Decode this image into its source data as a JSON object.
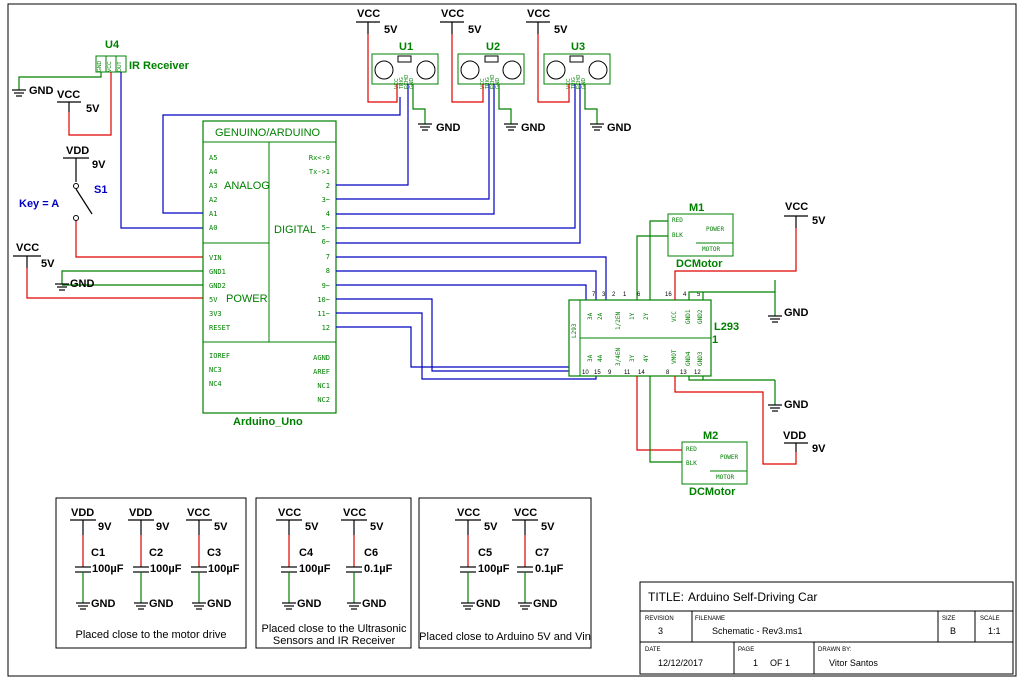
{
  "supplies": {
    "vcc": "VCC",
    "vdd": "VDD",
    "gnd": "GND",
    "v5": "5V",
    "v9": "9V"
  },
  "ir": {
    "ref": "U4",
    "name": "IR Receiver",
    "pins": [
      "GND",
      "VCC",
      "OUT"
    ]
  },
  "ultrasonic": {
    "refs": [
      "U1",
      "U2",
      "U3"
    ],
    "pins": [
      "VCC",
      "TRIG",
      "ECHO",
      "GND"
    ]
  },
  "switch": {
    "ref": "S1",
    "key": "Key = A"
  },
  "arduino": {
    "title": "GENUINO/ARDUINO",
    "name": "Arduino_Uno",
    "analog_label": "ANALOG",
    "digital_label": "DIGITAL",
    "power_label": "POWER",
    "analog_pins": [
      "A5",
      "A4",
      "A3",
      "A2",
      "A1",
      "A0"
    ],
    "power_pins": [
      "VIN",
      "GND1",
      "GND2",
      "5V",
      "3V3",
      "RESET"
    ],
    "misc_left": [
      "IOREF",
      "NC3",
      "NC4"
    ],
    "digital_pins": [
      "Rx<-0",
      "Tx->1",
      "2",
      "3~",
      "4",
      "5~",
      "6~",
      "7",
      "8",
      "9~",
      "10~",
      "11~",
      "12"
    ],
    "misc_right": [
      "AGND",
      "AREF",
      "NC1",
      "NC2"
    ]
  },
  "driver": {
    "ref": "L293",
    "unit": "1",
    "side_label": "L293",
    "top_pins": [
      "3A",
      "2A",
      "1/2EN",
      "1Y",
      "2Y",
      "VCC",
      "GND1",
      "GND2"
    ],
    "top_nums": [
      "2",
      "1",
      "6",
      "16",
      "4",
      "5"
    ],
    "top_nums_left": [
      "7",
      "3"
    ],
    "bottom_pins": [
      "3A",
      "4A",
      "3/4EN",
      "3Y",
      "4Y",
      "VMOT",
      "GND4",
      "GND3"
    ],
    "bottom_nums": [
      "10",
      "15",
      "9",
      "11",
      "14",
      "8",
      "13",
      "12"
    ]
  },
  "motors": [
    {
      "ref": "M1",
      "name": "DCMotor",
      "red": "RED",
      "blk": "BLK",
      "power": "POWER",
      "motor": "MOTOR"
    },
    {
      "ref": "M2",
      "name": "DCMotor",
      "red": "RED",
      "blk": "BLK",
      "power": "POWER",
      "motor": "MOTOR"
    }
  ],
  "caps": {
    "group1": {
      "caption": "Placed close to the motor drive",
      "items": [
        {
          "ref": "C1",
          "value": "100µF",
          "supply": "VDD",
          "volt": "9V"
        },
        {
          "ref": "C2",
          "value": "100µF",
          "supply": "VDD",
          "volt": "9V"
        },
        {
          "ref": "C3",
          "value": "100µF",
          "supply": "VCC",
          "volt": "5V"
        }
      ]
    },
    "group2": {
      "caption_line1": "Placed close to the Ultrasonic",
      "caption_line2": "Sensors and IR Receiver",
      "items": [
        {
          "ref": "C4",
          "value": "100µF",
          "supply": "VCC",
          "volt": "5V"
        },
        {
          "ref": "C6",
          "value": "0.1µF",
          "supply": "VCC",
          "volt": "5V"
        }
      ]
    },
    "group3": {
      "caption": "Placed close to Arduino 5V and Vin",
      "items": [
        {
          "ref": "C5",
          "value": "100µF",
          "supply": "VCC",
          "volt": "5V"
        },
        {
          "ref": "C7",
          "value": "0.1µF",
          "supply": "VCC",
          "volt": "5V"
        }
      ]
    }
  },
  "title_block": {
    "title_label": "TITLE:",
    "title": "Arduino Self-Driving Car",
    "revision_label": "REVISION",
    "revision": "3",
    "filename_label": "FILENAME",
    "filename": "Schematic - Rev3.ms1",
    "size_label": "SIZE",
    "size": "B",
    "scale_label": "SCALE",
    "scale": "1:1",
    "date_label": "DATE",
    "date": "12/12/2017",
    "page_label": "PAGE",
    "page": "1",
    "of": "OF 1",
    "drawn_label": "DRAWN BY:",
    "drawn_by": "Vitor Santos"
  }
}
